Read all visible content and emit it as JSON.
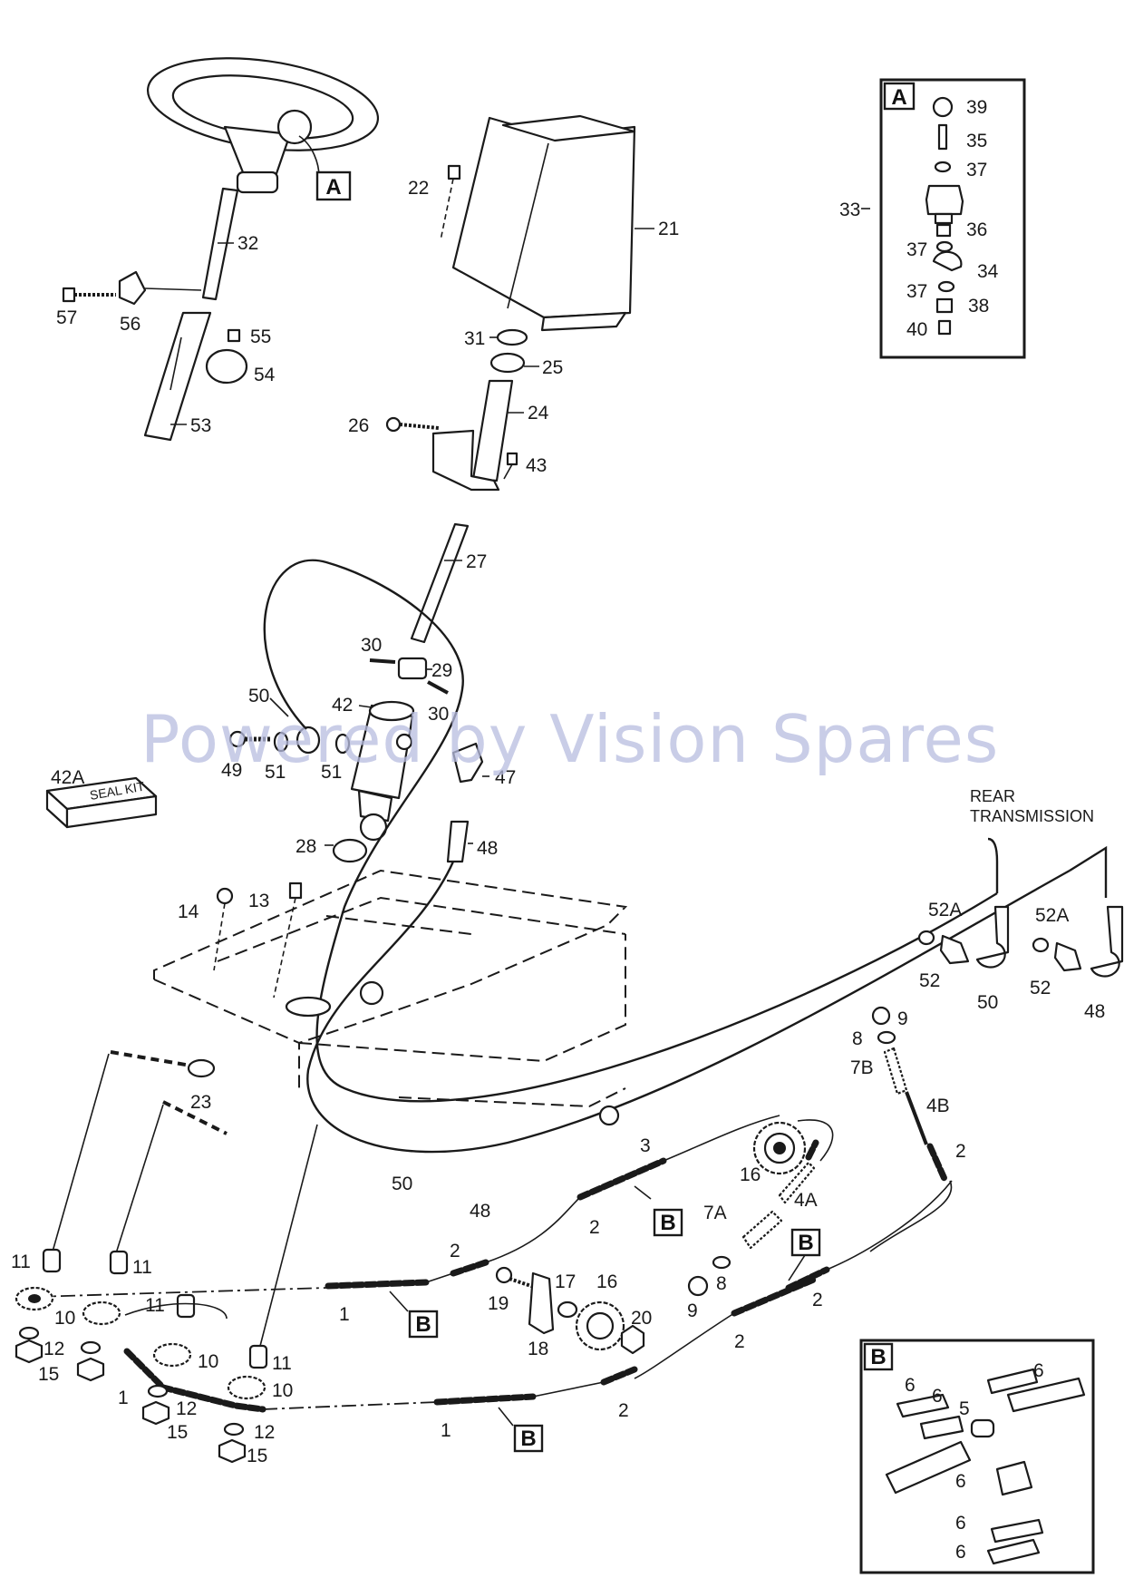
{
  "watermark": "Powered by Vision Spares",
  "detail_boxes": {
    "a": {
      "letter": "A"
    },
    "b": {
      "letter": "B"
    }
  },
  "labels": {
    "rear_transmission_line1": "REAR",
    "rear_transmission_line2": "TRANSMISSION",
    "seal_kit": "SEAL KIT"
  },
  "callouts": {
    "c57": "57",
    "c56": "56",
    "c32": "32",
    "c55": "55",
    "c54": "54",
    "c53": "53",
    "c22": "22",
    "c21": "21",
    "c31": "31",
    "c25": "25",
    "c26": "26",
    "c24": "24",
    "c43": "43",
    "c27": "27",
    "c30a": "30",
    "c29": "29",
    "c30b": "30",
    "c50a": "50",
    "c42": "42",
    "c49": "49",
    "c51a": "51",
    "c51b": "51",
    "c47": "47",
    "c42a": "42A",
    "c28": "28",
    "c48a": "48",
    "c14": "14",
    "c13": "13",
    "c23": "23",
    "c39": "39",
    "c35": "35",
    "c37a": "37",
    "c33": "33",
    "c36": "36",
    "c37b": "37",
    "c34": "34",
    "c37c": "37",
    "c38": "38",
    "c40": "40",
    "c52a1": "52A",
    "c52a2": "52A",
    "c52a": "52",
    "c52b": "52",
    "c50b": "50",
    "c48b": "48",
    "c9a": "9",
    "c8a": "8",
    "c7b": "7B",
    "c4b": "4B",
    "c2a": "2",
    "c50c": "50",
    "c48c": "48",
    "c3": "3",
    "c16a": "16",
    "c4a": "4A",
    "c7a": "7A",
    "c2b": "2",
    "c2c": "2",
    "c8b": "8",
    "c9b": "9",
    "c2d": "2",
    "c2e": "2",
    "c11a": "11",
    "c11b": "11",
    "c11c": "11",
    "c11d": "11",
    "c10a": "10",
    "c10b": "10",
    "c10c": "10",
    "c12a": "12",
    "c12b": "12",
    "c12c": "12",
    "c15a": "15",
    "c15b": "15",
    "c15c": "15",
    "c1a": "1",
    "c1b": "1",
    "c1c": "1",
    "c19": "19",
    "c17": "17",
    "c16b": "16",
    "c20": "20",
    "c18": "18",
    "c2f": "2",
    "c6a": "6",
    "c6b": "6",
    "c6c": "6",
    "c5": "5",
    "c6d": "6",
    "c6e": "6",
    "c6f": "6"
  },
  "b_refs": {
    "r1": "B",
    "r2": "B",
    "r3": "B",
    "r4": "B"
  },
  "a_ref": "A"
}
